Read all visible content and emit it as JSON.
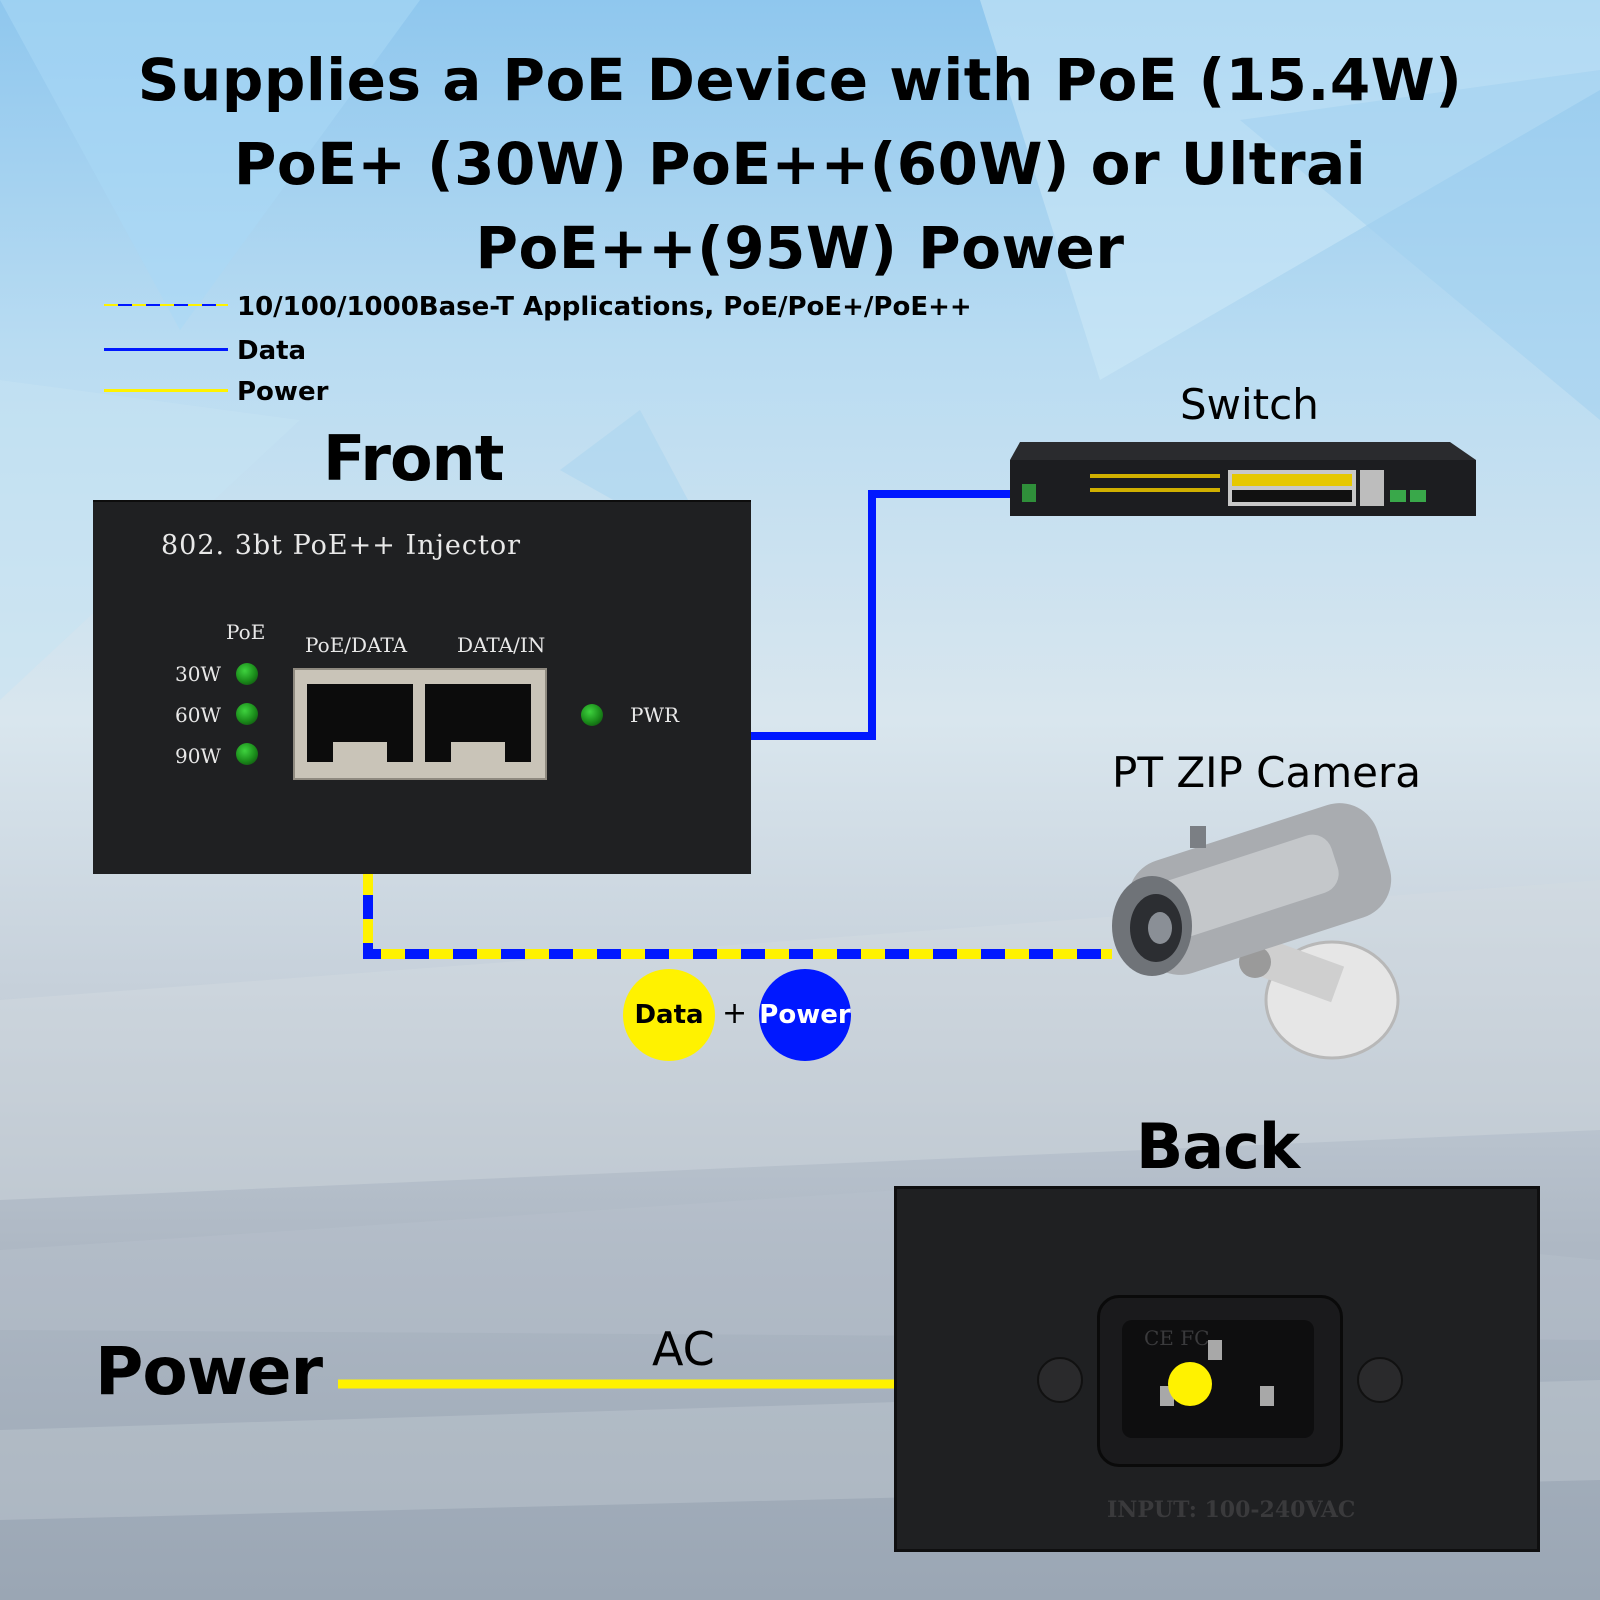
{
  "title": {
    "line1": "Supplies a PoE Device with PoE (15.4W)",
    "line2": "PoE+ (30W) PoE++(60W) or Ultrai",
    "line3": "PoE++(95W) Power"
  },
  "legend": {
    "combined": "10/100/1000Base-T Applications, PoE/PoE+/PoE++",
    "data": "Data",
    "power": "Power"
  },
  "colors": {
    "data": "#0018ff",
    "power": "#fff200",
    "device": "#1f2022"
  },
  "front": {
    "heading": "Front",
    "device_label": "802. 3bt PoE++ Injector",
    "poe_label": "PoE",
    "led_labels": [
      "30W",
      "60W",
      "90W"
    ],
    "port1_label": "PoE/DATA",
    "port2_label": "DATA/IN",
    "pwr_label": "PWR"
  },
  "switch": {
    "label": "Switch"
  },
  "camera": {
    "label": "PT ZIP Camera"
  },
  "bubbles": {
    "data": "Data",
    "plus": "+",
    "power": "Power"
  },
  "back": {
    "heading": "Back",
    "input_text": "INPUT: 100-240VAC",
    "socket_text": "CE FC"
  },
  "power_line": {
    "label": "Power",
    "ac": "AC"
  }
}
